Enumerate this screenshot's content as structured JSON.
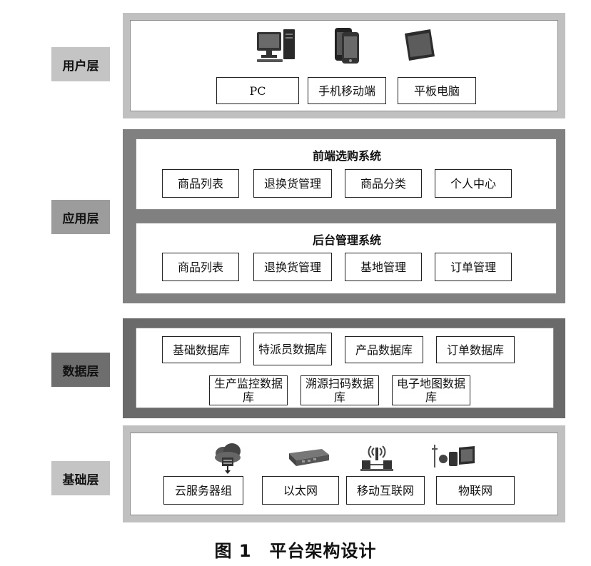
{
  "layers": {
    "user": {
      "label": "用户层",
      "boxes": [
        "PC",
        "手机移动端",
        "平板电脑"
      ]
    },
    "app": {
      "label": "应用层",
      "front": {
        "title": "前端选购系统",
        "boxes": [
          "商品列表",
          "退换货管理",
          "商品分类",
          "个人中心"
        ]
      },
      "back": {
        "title": "后台管理系统",
        "boxes": [
          "商品列表",
          "退换货管理",
          "基地管理",
          "订单管理"
        ]
      },
      "frame_color": "#808080"
    },
    "data": {
      "label": "数据层",
      "boxes": [
        "基础数据库",
        "特派员数据库",
        "产品数据库",
        "订单数据库",
        "生产监控数据库",
        "溯源扫码数据库",
        "电子地图数据库"
      ],
      "frame_color": "#6a6a6a"
    },
    "base": {
      "label": "基础层",
      "boxes": [
        "云服务器组",
        "以太网",
        "移动互联网",
        "物联网"
      ]
    }
  },
  "icons": [
    "desktop-pc-icon",
    "mobile-phone-icon",
    "tablet-icon",
    "cloud-server-icon",
    "ethernet-switch-icon",
    "wireless-antenna-icon",
    "iot-devices-icon"
  ],
  "caption": "图 1　平台架构设计"
}
